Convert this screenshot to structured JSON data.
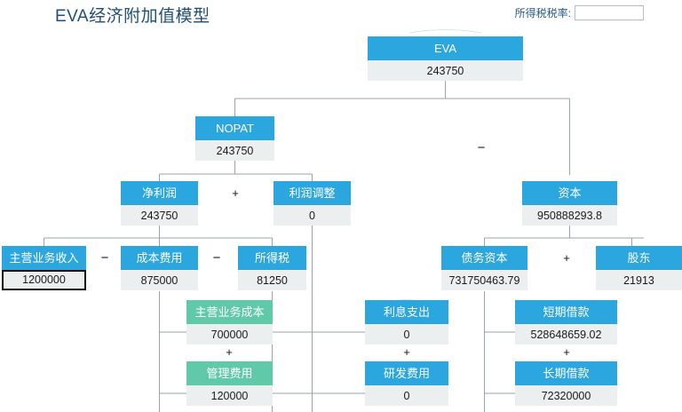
{
  "header": {
    "title": "EVA经济附加值模型",
    "tax_rate_label": "所得税税率:",
    "tax_rate_value": "",
    "tax_rate_placeholder": ""
  },
  "colors": {
    "node_header_blue": "#2CA6DF",
    "node_header_green": "#5FC9A8",
    "node_value_bg": "#ECEFF0",
    "title_color": "#1F4E79",
    "connector": "#9aa3a8"
  },
  "nodes": {
    "eva": {
      "label": "EVA",
      "value": "243750"
    },
    "nopat": {
      "label": "NOPAT",
      "value": "243750"
    },
    "capital": {
      "label": "资本",
      "value": "950888293.8"
    },
    "net_profit": {
      "label": "净利润",
      "value": "243750"
    },
    "profit_adjust": {
      "label": "利润调整",
      "value": "0"
    },
    "main_revenue": {
      "label": "主营业务收入",
      "value": "1200000"
    },
    "cost_expense": {
      "label": "成本费用",
      "value": "875000"
    },
    "income_tax": {
      "label": "所得税",
      "value": "81250"
    },
    "main_cost": {
      "label": "主营业务成本",
      "value": "700000"
    },
    "admin_expense": {
      "label": "管理费用",
      "value": "120000"
    },
    "interest_exp": {
      "label": "利息支出",
      "value": "0"
    },
    "rd_expense": {
      "label": "研发费用",
      "value": "0"
    },
    "debt_capital": {
      "label": "债务资本",
      "value": "731750463.79"
    },
    "equity_capital": {
      "label": "股东",
      "value": "21913"
    },
    "short_loan": {
      "label": "短期借款",
      "value": "528648659.02"
    },
    "long_loan": {
      "label": "长期借款",
      "value": "72320000"
    }
  },
  "operators": {
    "eva_minus": "−",
    "nopat_plus": "+",
    "netprofit_minus1": "−",
    "netprofit_minus2": "−",
    "cost_plus": "+",
    "adjust_plus": "+",
    "capital_plus": "+",
    "debt_plus": "+"
  }
}
